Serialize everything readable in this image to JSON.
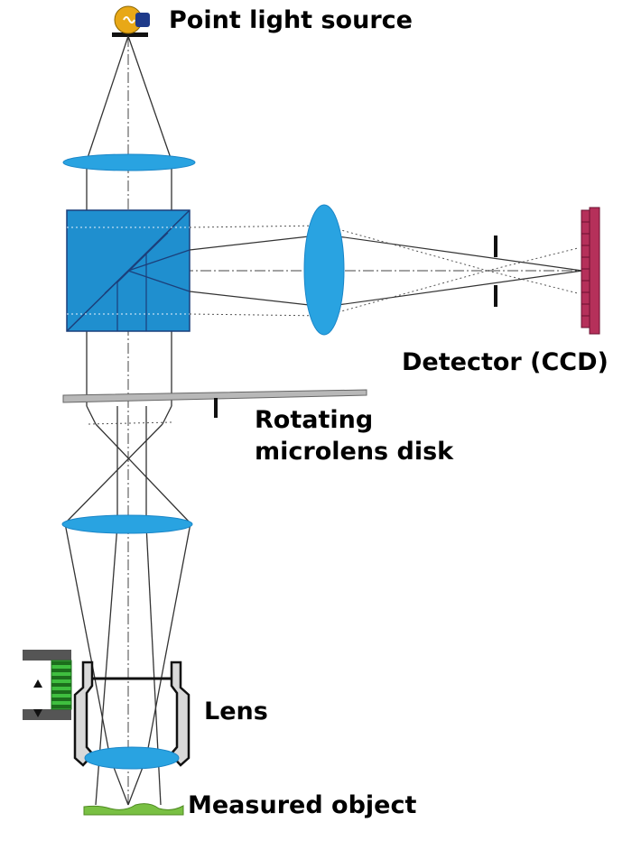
{
  "labels": {
    "light_source": "Point light source",
    "detector": "Detector (CCD)",
    "disk_line1": "Rotating",
    "disk_line2": "microlens disk",
    "lens": "Lens",
    "object": "Measured object"
  },
  "colors": {
    "lens_fill": "#29a3e1",
    "lens_edge": "#1a86c8",
    "prism_fill": "#1f8fcf",
    "prism_edge": "#1c3f7a",
    "detector_fill": "#b5305a",
    "detector_edge": "#6b1030",
    "disk_fill": "#b8b8b8",
    "bulb_fill": "#e8a817",
    "object_fill": "#79c043",
    "objective_housing": "#d9d9d9",
    "focus_spring": "#2e9e2e",
    "ray": "#333333"
  }
}
